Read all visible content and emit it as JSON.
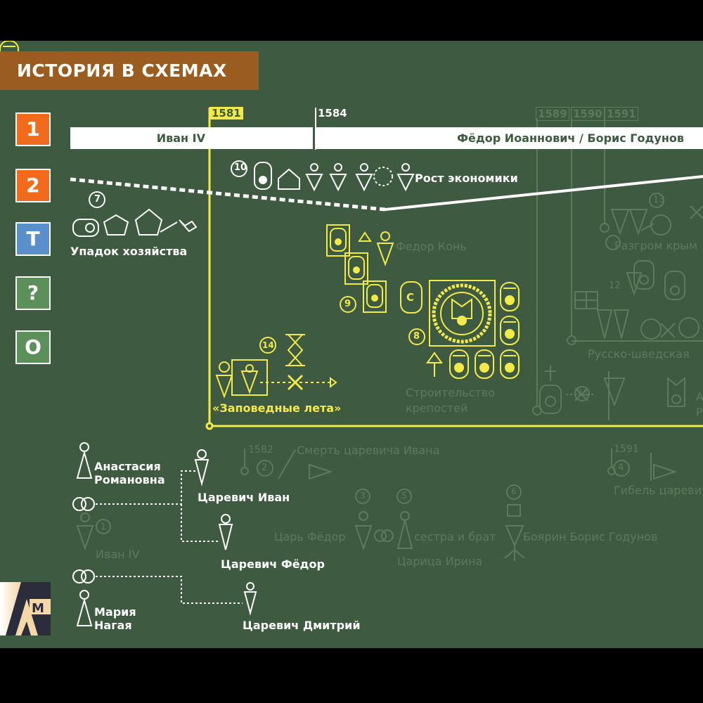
{
  "header": {
    "title": "ИСТОРИЯ В СХЕМАХ"
  },
  "side_buttons": [
    {
      "label": "1",
      "color": "#f26b1d"
    },
    {
      "label": "2",
      "color": "#f26b1d"
    },
    {
      "label": "T",
      "color": "#5b8fc9"
    },
    {
      "label": "?",
      "color": "#5d8f5b"
    },
    {
      "label": "O",
      "color": "#5d8f5b"
    }
  ],
  "timeline": {
    "years": [
      "1581",
      "1584",
      "1589",
      "1590",
      "1591"
    ],
    "reigns": [
      "Иван IV",
      "Фёдор Иоаннович / Борис Годунов"
    ]
  },
  "events": {
    "economy_growth": {
      "num": "10",
      "label": "Рост экономики"
    },
    "economy_decline": {
      "num": "7",
      "label": "Упадок хозяйства"
    },
    "fedor_kon": {
      "label": "Федор Конь"
    },
    "fortresses": {
      "num8": "8",
      "num9": "9",
      "letter": "С",
      "label": "Строительство крепостей"
    },
    "reserved_years": {
      "num": "14",
      "label": "«Заповедные лета»"
    },
    "crimean_defeat": {
      "num": "13",
      "label": "Разгром крым"
    },
    "swedish_war": {
      "num": "12",
      "label": "Русско-шведская"
    },
    "event_11": {
      "num": "11",
      "label_a": "А",
      "label_b": "Р"
    },
    "death_ivan": {
      "year": "1582",
      "num": "2",
      "label": "Смерть царевича Ивана"
    },
    "death_dmitry": {
      "year": "1591",
      "num": "4",
      "label": "Гибель царевич"
    }
  },
  "family": {
    "anastasia": "Анастасия Романовна",
    "ivan_iv": {
      "num": "1",
      "label": "Иван IV"
    },
    "maria": "Мария Нагая",
    "tsarevich_ivan": "Царевич Иван",
    "tsarevich_fedor": "Царевич Фёдор",
    "tsarevich_dmitry": "Царевич Дмитрий",
    "tsar_fedor": {
      "num": "3",
      "label": "Царь Фёдор"
    },
    "irina": {
      "num": "5",
      "label": "Царица Ирина",
      "relation": "сестра и брат"
    },
    "boris": {
      "num": "6",
      "label": "Боярин Борис Годунов"
    }
  },
  "logo": {
    "text": "АМ"
  },
  "colors": {
    "background": "#3e5a40",
    "accent": "#f3ea4a",
    "banner": "#9b5c20",
    "faded": "#5c7b5e"
  }
}
